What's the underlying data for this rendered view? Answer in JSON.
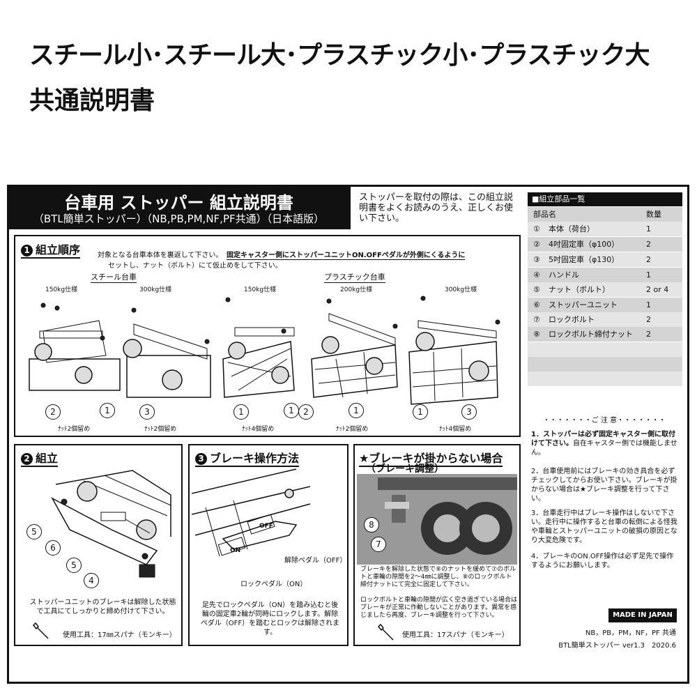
{
  "header": {
    "title": "スチール小･スチール大･プラスチック小･プラスチック大",
    "subtitle": "共通説明書"
  },
  "banner": {
    "title": "台車用 ストッパー 組立説明書",
    "subtitle": "（BTL簡単ストッパー）（NB,PB,PM,NF,PF共通）（日本語版）"
  },
  "intro": {
    "text": "ストッパーを取付の際は、この組立説明書をよくお読みのうえ、正しくお使い下さい。"
  },
  "parts_list": {
    "heading": "■組立部品一覧",
    "col_name": "部品名",
    "col_qty": "数量",
    "items": [
      {
        "no": "①",
        "name": "本体（荷台）",
        "qty": "1"
      },
      {
        "no": "②",
        "name": "4吋固定車（φ100）",
        "qty": "2"
      },
      {
        "no": "③",
        "name": "5吋固定車（φ130）",
        "qty": "2"
      },
      {
        "no": "④",
        "name": "ハンドル",
        "qty": "1"
      },
      {
        "no": "⑤",
        "name": "ナット（ボルト）",
        "qty": "2 or 4"
      },
      {
        "no": "⑥",
        "name": "ストッパーユニット",
        "qty": "1"
      },
      {
        "no": "⑦",
        "name": "ロックボルト",
        "qty": "2"
      },
      {
        "no": "⑧",
        "name": "ロックボルト締付ナット",
        "qty": "2"
      }
    ]
  },
  "section1": {
    "num": "1",
    "title": "組立順序",
    "instruction_a": "対象となる台車本体を裏返して下さい。",
    "instruction_b": "固定キャスター側にストッパーユニットON.OFFペダルが外側にくるように",
    "instruction_c": "セットし、ナット（ボルト）にて仮止めをして下さい。",
    "steel_label": "スチール台車",
    "plastic_label": "プラスチック台車",
    "specs": [
      "150kg仕様",
      "300kg仕様",
      "150kg仕様",
      "200kg仕様",
      "300kg仕様"
    ],
    "fix_labels": [
      "ﾅｯﾄ2個留め",
      "ﾅｯﾄ2個留め",
      "ﾅｯﾄ4個留め",
      "ﾅｯﾄ2個留め",
      "ﾅｯﾄ4個留め"
    ],
    "callouts": [
      "2",
      "1",
      "3",
      "1",
      "1",
      "2",
      "1",
      "1",
      "3"
    ]
  },
  "section2": {
    "num": "2",
    "title": "組立",
    "callouts": [
      "5",
      "6",
      "5",
      "4"
    ],
    "caption": "ストッパーユニットのブレーキは解除した状態で工具にてしっかりと締め付けて下さい。",
    "tool": "使用工具：17㎜スパナ（モンキー）"
  },
  "section3": {
    "num": "3",
    "title": "ブレーキ操作方法",
    "release_pedal": "解除ペダル（OFF）",
    "lock_pedal": "ロックペダル（ON）",
    "caption": "足先でロックペダル（ON）を踏み込むと後輪の固定車2輪が同時にロックします。解除ペダル（OFF）を踏むとロックは解除されます。",
    "pedal_on": "ON",
    "pedal_off": "OFF"
  },
  "section4": {
    "title": "★ブレーキが掛からない場合",
    "subtitle": "（ブレーキ調整）",
    "callouts": [
      "8",
      "7"
    ],
    "caption1": "ブレーキを解除した状態で⑧のナットを緩めて⑦のボルトと車輪の隙間を2～4㎜に調整し、⑧のロックボルト締付ナットにて完全に固定して下さい。",
    "caption2": "ロックボルトと車輪の隙間が広く空き過ぎている場合はブレーキが正常に作動しないことがあります。異常を感じましたら再度、ブレーキ調整を行って下さい。",
    "tool": "使用工具：17スパナ（モンキー）"
  },
  "notes": {
    "heading": "・・・・・・・ご 注 意・・・・・・・",
    "items": [
      {
        "bold": "1．ストッパーは必ず固定キャスター側に取付けて下さい。",
        "rest": "自在キャスター側では機能しません。"
      },
      {
        "bold": "",
        "rest": "2．台車使用前にはブレーキの効き具合を必ずチェックしてからお使い下さい。ブレーキが掛からない場合は★ブレーキ調整を行って下さい。"
      },
      {
        "bold": "",
        "rest": "3．台車走行中はブレーキ操作はしないで下さい。走行中に操作すると台車の転倒による怪我や車輪とストッパーユニットの破損の原因となり大変危険です。"
      },
      {
        "bold": "",
        "rest": "4．ブレーキのON.OFF操作は必ず足先で操作するようにお願いします。"
      }
    ]
  },
  "footer": {
    "made_in": "MADE IN JAPAN",
    "models": "NB，PB，PM，NF，PF 共通",
    "version": "BTL簡単ストッパー ver1.3　2020.6"
  }
}
